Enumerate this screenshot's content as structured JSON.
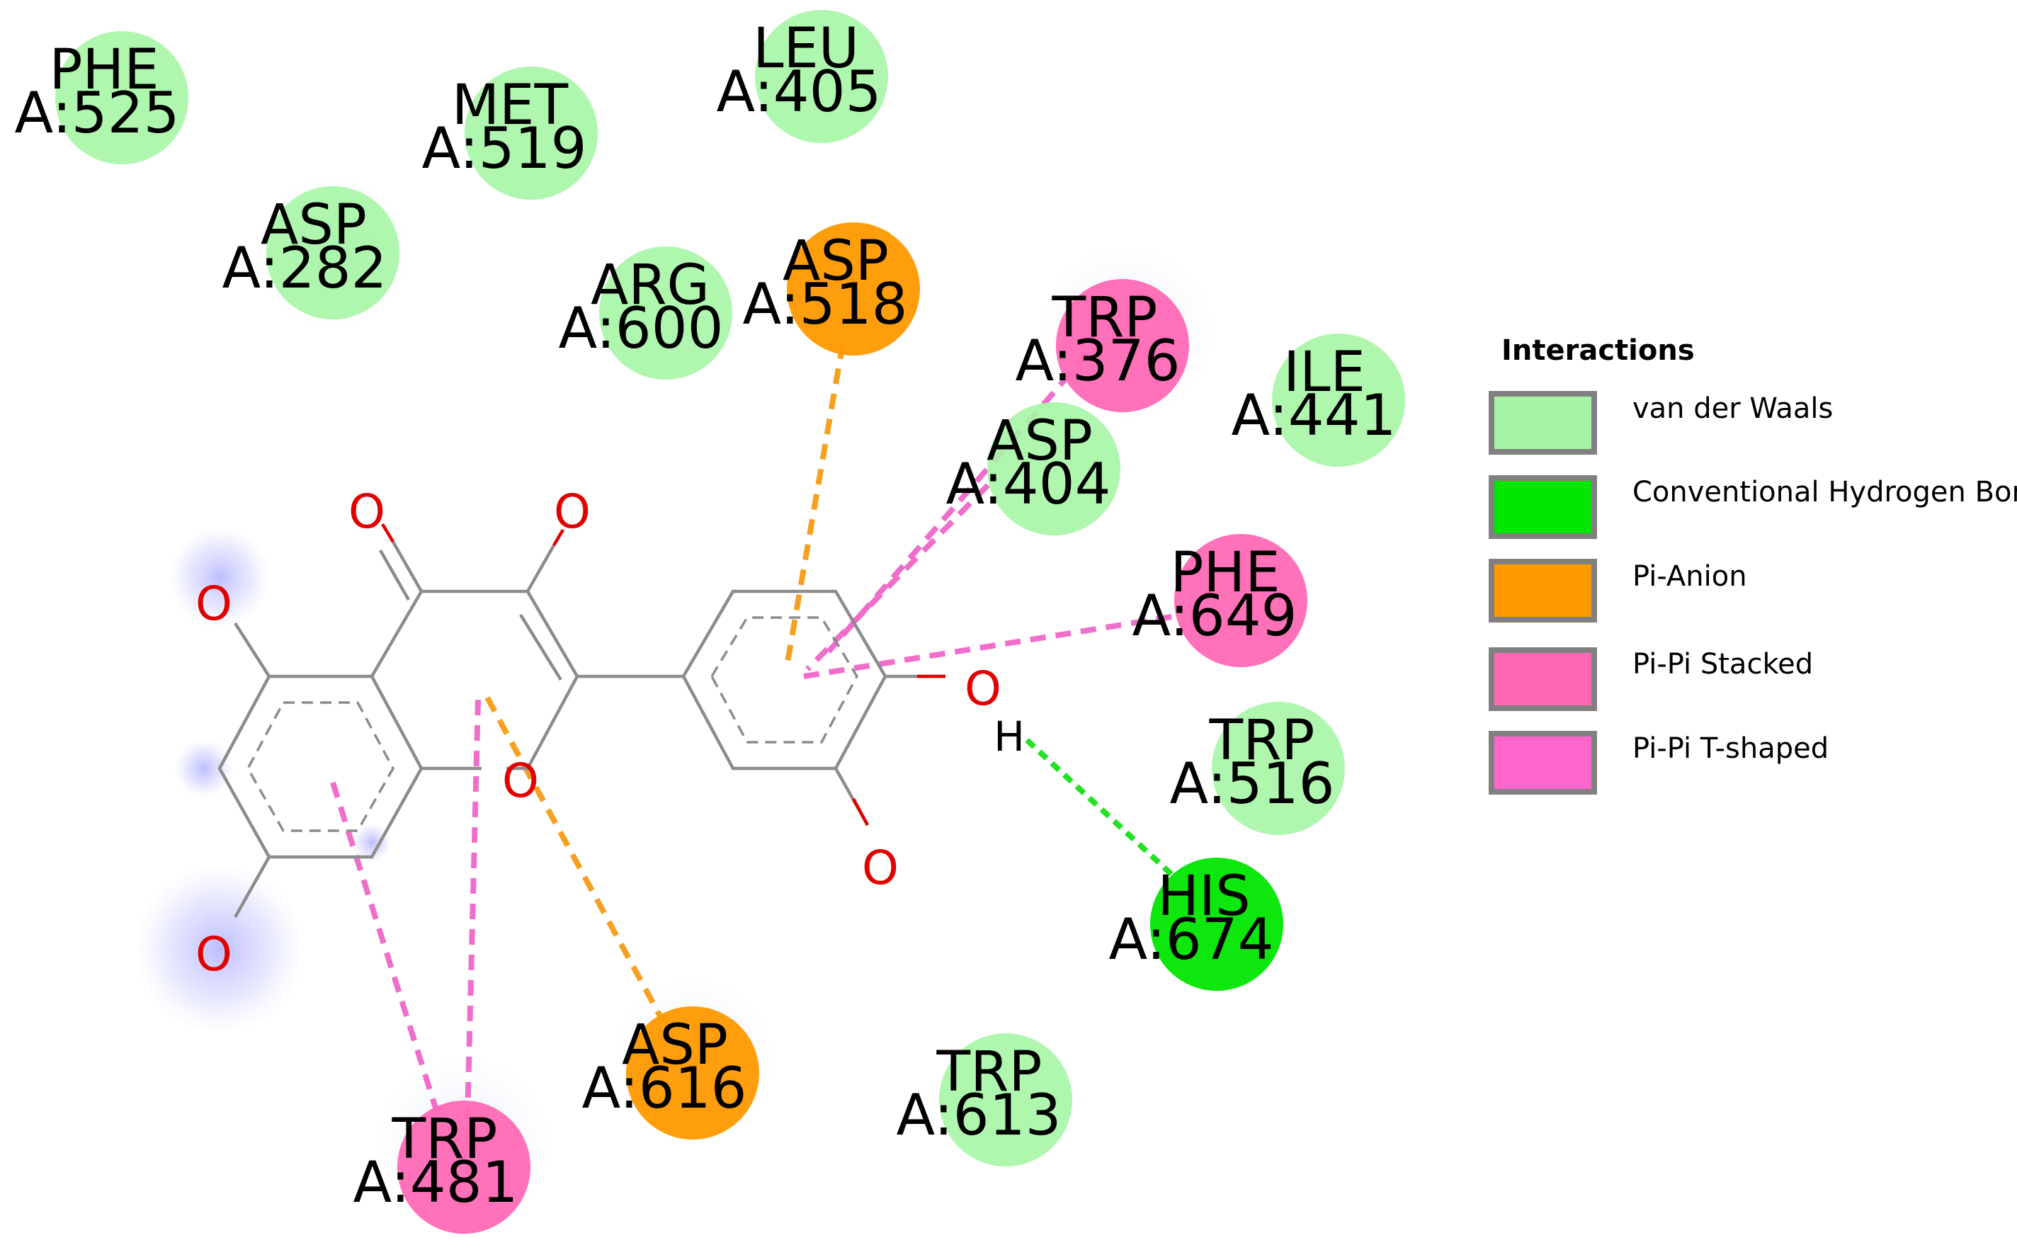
{
  "interaction_colors": {
    "van_der_waals": "#a6f5a6",
    "conventional_hydrogen_bond": "#00e600",
    "pi_anion": "#ff9900",
    "pi_pi_stacked": "#ff69b4",
    "pi_pi_t_shaped": "#ff66cc"
  },
  "residues": [
    {
      "name": "PHE",
      "id": "A:525",
      "type": "van_der_waals"
    },
    {
      "name": "MET",
      "id": "A:519",
      "type": "van_der_waals"
    },
    {
      "name": "LEU",
      "id": "A:405",
      "type": "van_der_waals"
    },
    {
      "name": "ASP",
      "id": "A:282",
      "type": "van_der_waals"
    },
    {
      "name": "ARG",
      "id": "A:600",
      "type": "van_der_waals"
    },
    {
      "name": "ASP",
      "id": "A:518",
      "type": "pi_anion"
    },
    {
      "name": "TRP",
      "id": "A:376",
      "type": "pi_pi_stacked"
    },
    {
      "name": "ILE",
      "id": "A:441",
      "type": "van_der_waals"
    },
    {
      "name": "ASP",
      "id": "A:404",
      "type": "van_der_waals"
    },
    {
      "name": "PHE",
      "id": "A:649",
      "type": "pi_pi_stacked"
    },
    {
      "name": "TRP",
      "id": "A:516",
      "type": "van_der_waals"
    },
    {
      "name": "HIS",
      "id": "A:674",
      "type": "conventional_hydrogen_bond"
    },
    {
      "name": "TRP",
      "id": "A:613",
      "type": "van_der_waals"
    },
    {
      "name": "ASP",
      "id": "A:616",
      "type": "pi_anion"
    },
    {
      "name": "TRP",
      "id": "A:481",
      "type": "pi_pi_stacked"
    }
  ],
  "atom_labels": {
    "oxygen": "O",
    "hydrogen": "H"
  },
  "legend": {
    "title": "Interactions",
    "items": [
      {
        "label": "van der Waals",
        "type": "van_der_waals"
      },
      {
        "label": "Conventional Hydrogen Bond",
        "type": "conventional_hydrogen_bond"
      },
      {
        "label": "Pi-Anion",
        "type": "pi_anion"
      },
      {
        "label": "Pi-Pi Stacked",
        "type": "pi_pi_stacked"
      },
      {
        "label": "Pi-Pi T-shaped",
        "type": "pi_pi_t_shaped"
      }
    ]
  }
}
